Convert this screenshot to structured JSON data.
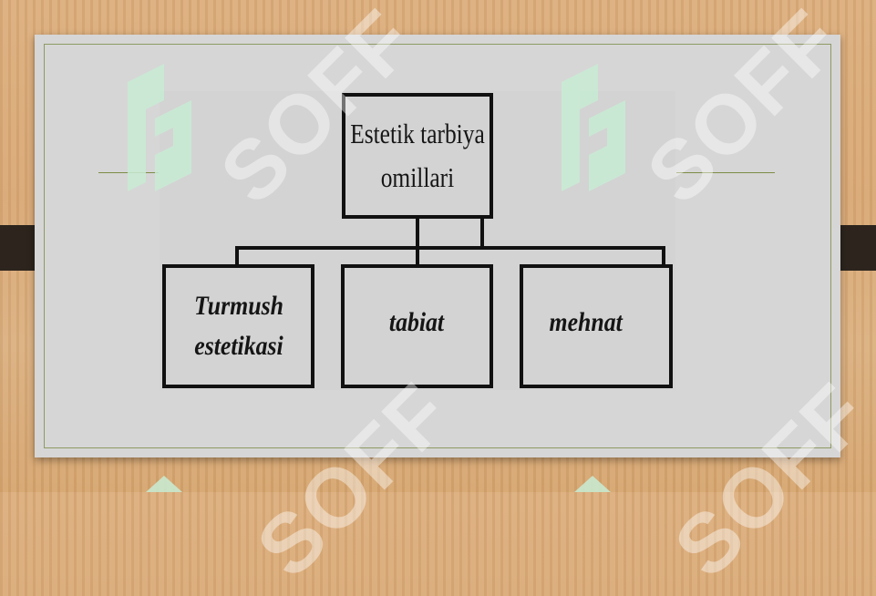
{
  "diagram": {
    "root": {
      "text_line1": "Estetik tarbiya",
      "text_line2": "omillari"
    },
    "children": [
      {
        "text_line1": "Turmush",
        "text_line2": "estetikasi"
      },
      {
        "text_line1": "tabiat"
      },
      {
        "text_line1": "mehnat"
      }
    ]
  },
  "watermark": {
    "text": "SOFF",
    "icon": "soff-logo-icon"
  },
  "colors": {
    "background_wood": "#d9a874",
    "slide": "#d6d6d6",
    "accent_line": "#7d8d46",
    "box_border": "#111111",
    "tab": "#2c241d",
    "watermark_logo": "#c8ecd4"
  }
}
